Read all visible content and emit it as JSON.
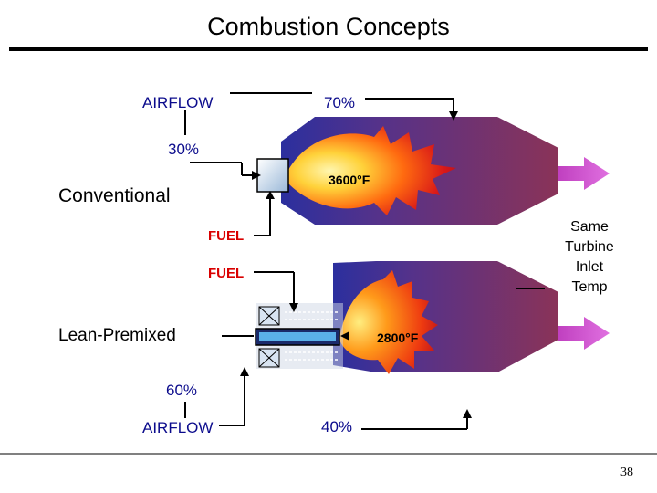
{
  "title": "Combustion Concepts",
  "conventional": {
    "label": "Conventional",
    "airflow_label": "AIRFLOW",
    "airflow_main_pct": "70%",
    "airflow_secondary_pct": "30%",
    "fuel_label": "FUEL",
    "flame_temp": "3600°F"
  },
  "lean_premixed": {
    "label": "Lean-Premixed",
    "airflow_label": "AIRFLOW",
    "airflow_premix_pct": "60%",
    "airflow_dilution_pct": "40%",
    "fuel_label": "FUEL",
    "flame_temp": "2800°F"
  },
  "turbine_note": {
    "line1": "Same",
    "line2": "Turbine",
    "line3": "Inlet",
    "line4": "Temp"
  },
  "page_number": "38",
  "colors": {
    "chamber": "#6b3a6e",
    "label_blue": "#0b0b8c",
    "label_red": "#d90000",
    "exhaust_arrow": "#cc44cc"
  }
}
